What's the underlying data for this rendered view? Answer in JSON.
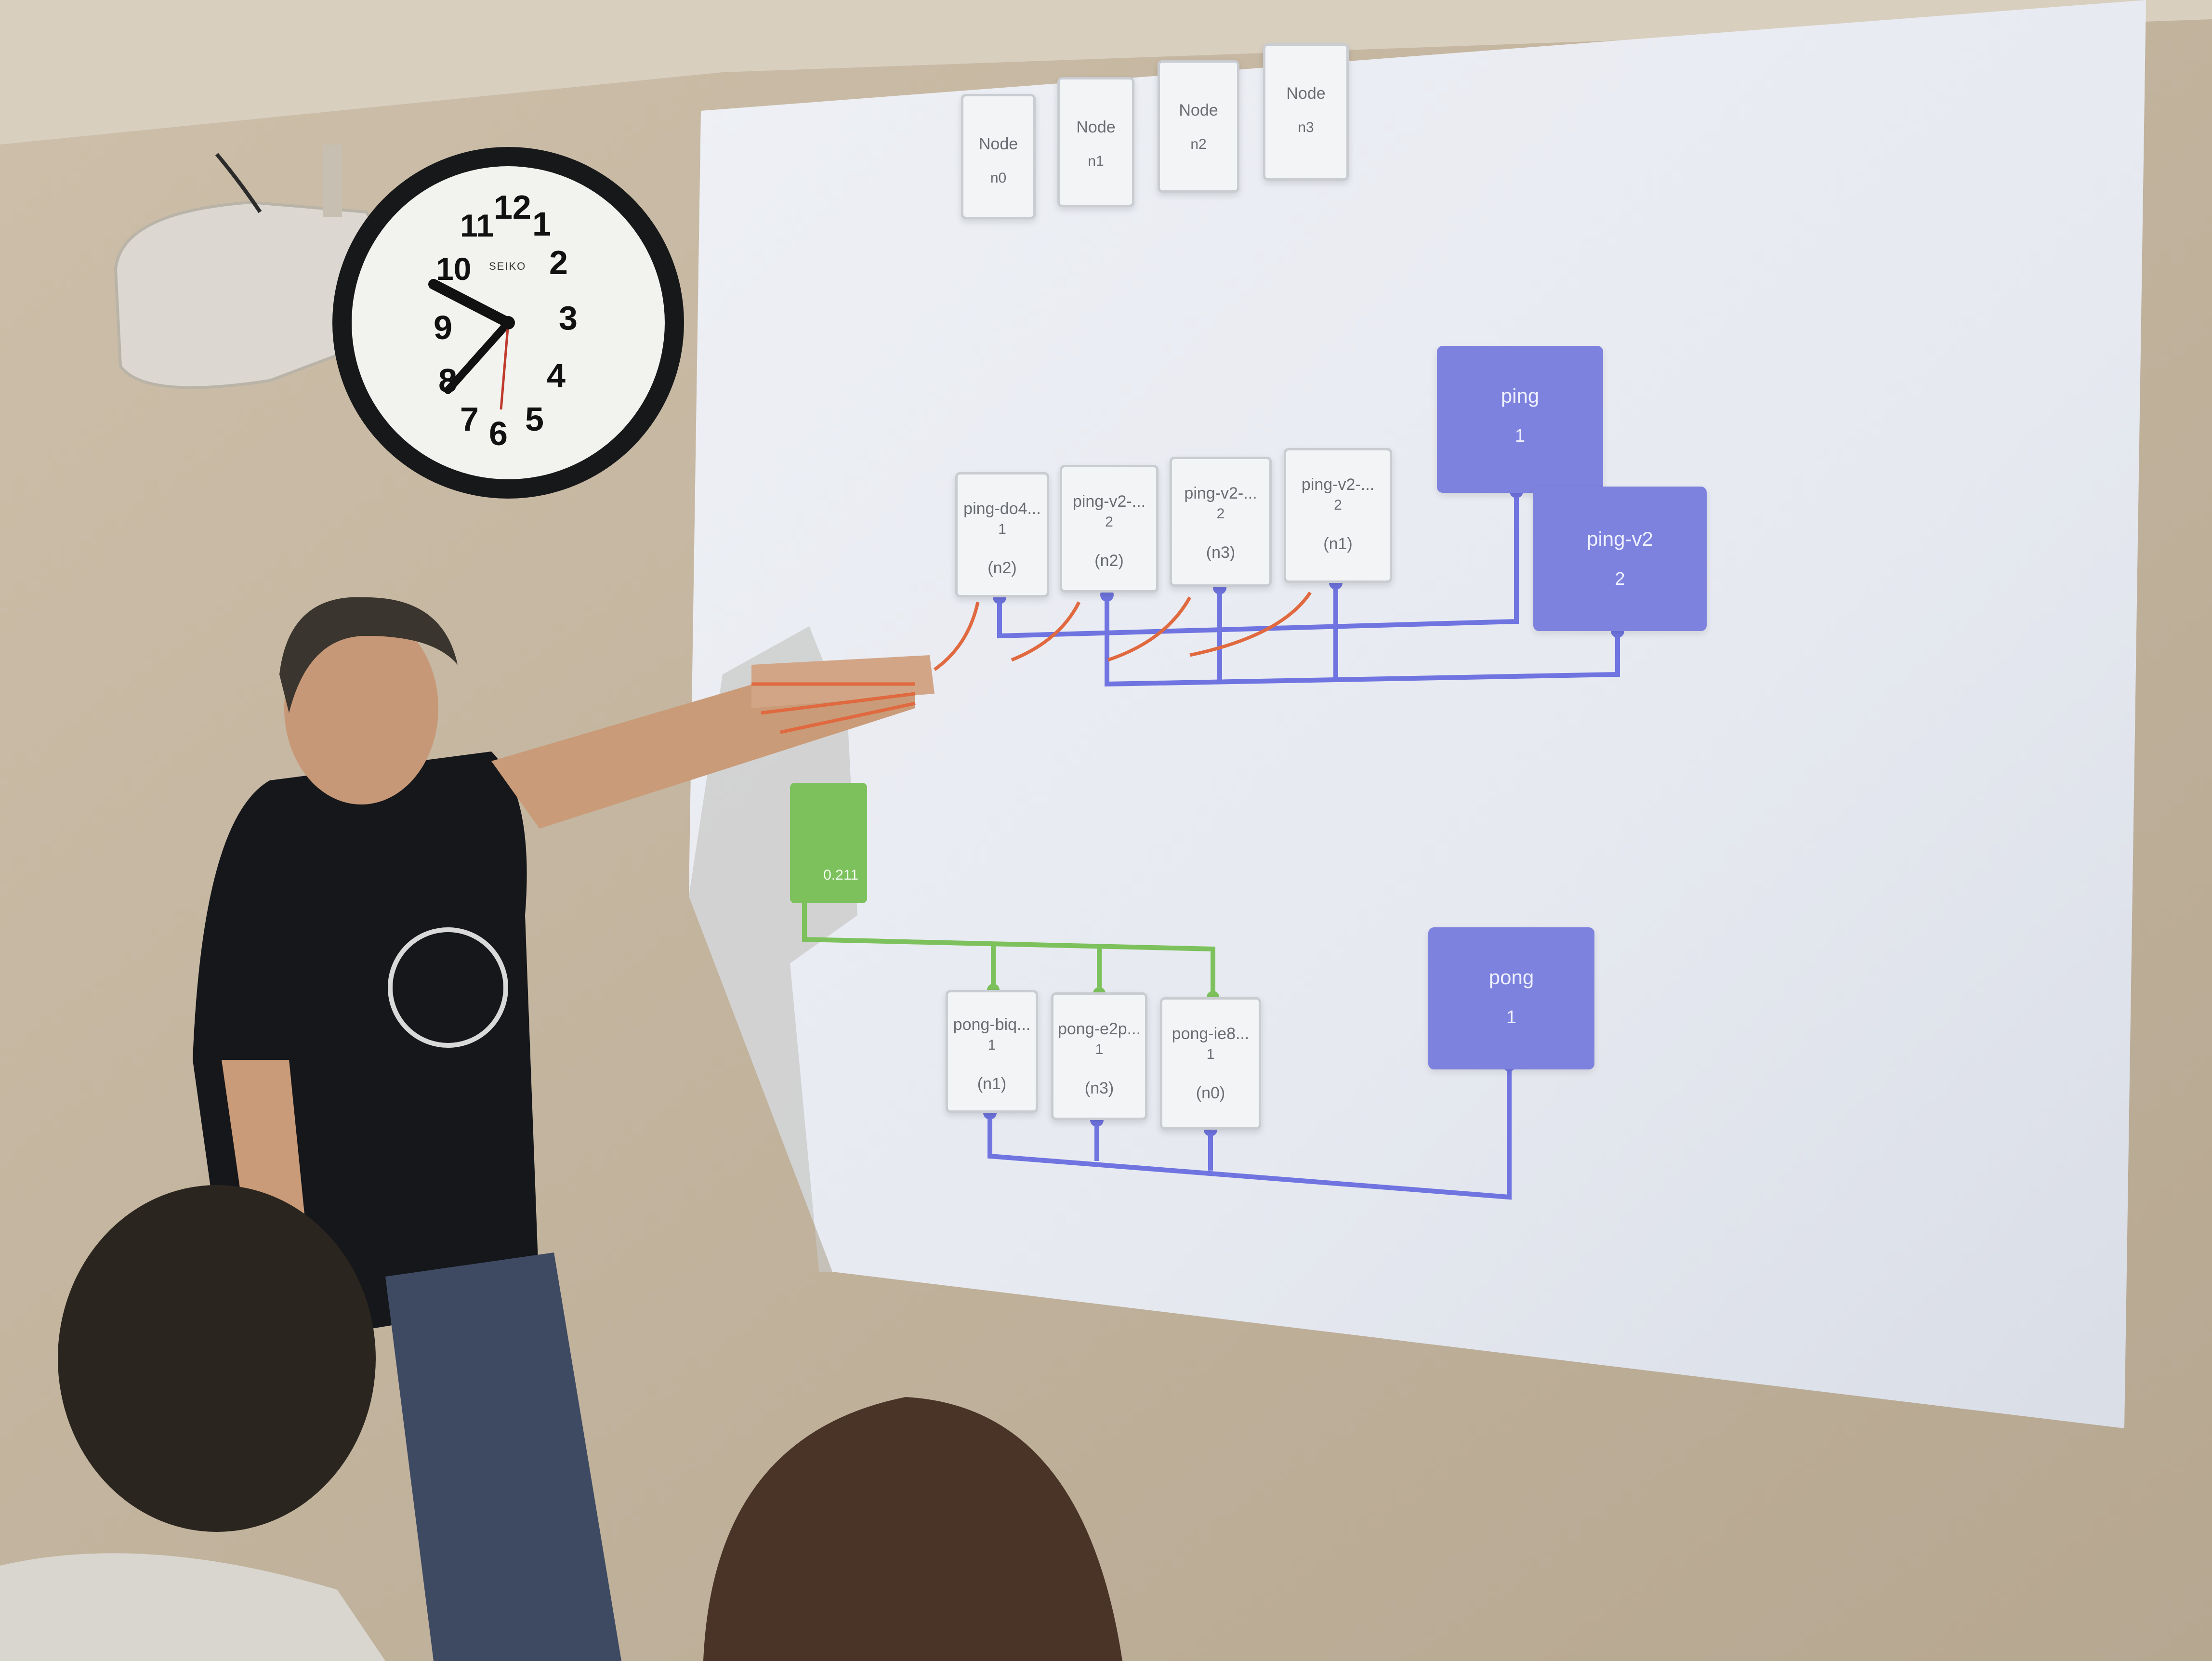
{
  "clock": {
    "numerals": [
      "12",
      "1",
      "2",
      "3",
      "4",
      "5",
      "6",
      "7",
      "8",
      "9",
      "10",
      "11"
    ],
    "brand": "SEIKO"
  },
  "nodes": [
    {
      "title": "Node",
      "id": "n0"
    },
    {
      "title": "Node",
      "id": "n1"
    },
    {
      "title": "Node",
      "id": "n2"
    },
    {
      "title": "Node",
      "id": "n3"
    }
  ],
  "ping_pods": [
    {
      "name": "ping-do4...",
      "count": "1",
      "node": "(n2)"
    },
    {
      "name": "ping-v2-...",
      "count": "2",
      "node": "(n2)"
    },
    {
      "name": "ping-v2-...",
      "count": "2",
      "node": "(n3)"
    },
    {
      "name": "ping-v2-...",
      "count": "2",
      "node": "(n1)"
    }
  ],
  "services": {
    "ping": {
      "name": "ping",
      "count": "1"
    },
    "ping_v2": {
      "name": "ping-v2",
      "count": "2"
    },
    "pong": {
      "name": "pong",
      "count": "1"
    }
  },
  "green_box_text": "0.211",
  "pong_pods": [
    {
      "name": "pong-biq...",
      "count": "1",
      "node": "(n1)"
    },
    {
      "name": "pong-e2p...",
      "count": "1",
      "node": "(n3)"
    },
    {
      "name": "pong-ie8...",
      "count": "1",
      "node": "(n0)"
    }
  ],
  "colors": {
    "wall": "#b9ab98",
    "screen": "#e7eaf1",
    "service_blue": "#7d82de",
    "service_edge": "#6f74e0",
    "arrow_red": "#e0693f",
    "ingress_green": "#7cc15c"
  }
}
